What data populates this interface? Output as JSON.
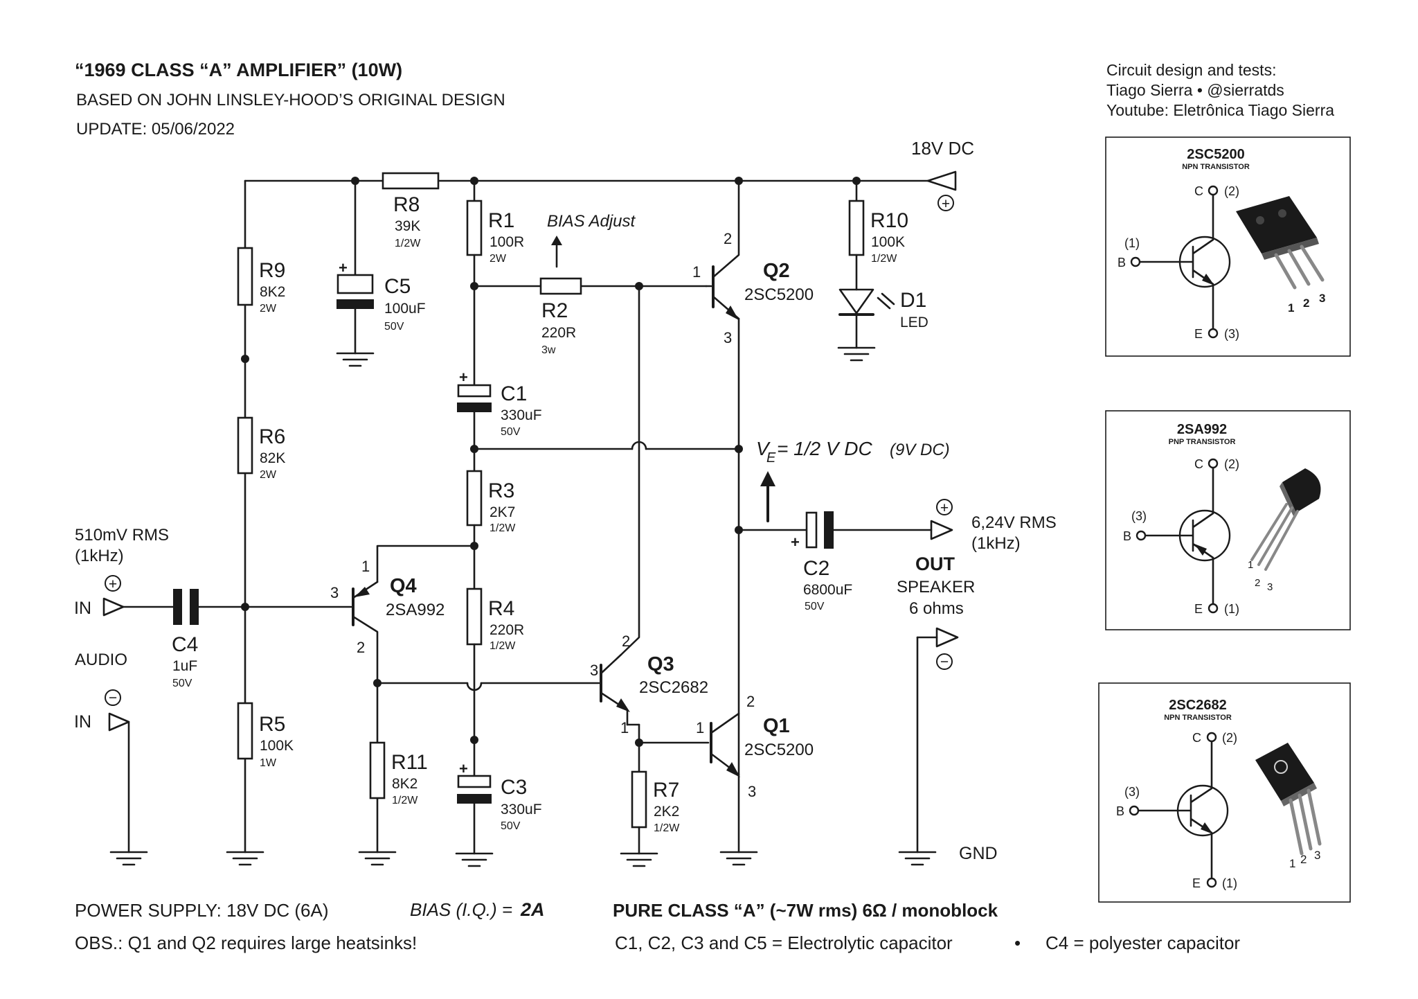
{
  "header": {
    "title": "“1969 CLASS “A” AMPLIFIER” (10W)",
    "subtitle": "BASED ON JOHN LINSLEY-HOOD’S ORIGINAL DESIGN",
    "update": "UPDATE: 05/06/2022"
  },
  "credits": {
    "line1": "Circuit design and tests:",
    "line2": "Tiago Sierra • @sierratds",
    "line3": "Youtube: Eletrônica Tiago Sierra"
  },
  "supply": {
    "label": "18V DC",
    "plus": "+"
  },
  "resistors": {
    "R1": {
      "name": "R1",
      "value": "100R",
      "power": "2W"
    },
    "R2": {
      "name": "R2",
      "value": "220R",
      "power": "3w"
    },
    "R3": {
      "name": "R3",
      "value": "2K7",
      "power": "1/2W"
    },
    "R4": {
      "name": "R4",
      "value": "220R",
      "power": "1/2W"
    },
    "R5": {
      "name": "R5",
      "value": "100K",
      "power": "1W"
    },
    "R6": {
      "name": "R6",
      "value": "82K",
      "power": "2W"
    },
    "R7": {
      "name": "R7",
      "value": "2K2",
      "power": "1/2W"
    },
    "R8": {
      "name": "R8",
      "value": "39K",
      "power": "1/2W"
    },
    "R9": {
      "name": "R9",
      "value": "8K2",
      "power": "2W"
    },
    "R10": {
      "name": "R10",
      "value": "100K",
      "power": "1/2W"
    },
    "R11": {
      "name": "R11",
      "value": "8K2",
      "power": "1/2W"
    }
  },
  "capacitors": {
    "C1": {
      "name": "C1",
      "value": "330uF",
      "voltage": "50V"
    },
    "C2": {
      "name": "C2",
      "value": "6800uF",
      "voltage": "50V"
    },
    "C3": {
      "name": "C3",
      "value": "330uF",
      "voltage": "50V"
    },
    "C4": {
      "name": "C4",
      "value": "1uF",
      "voltage": "50V"
    },
    "C5": {
      "name": "C5",
      "value": "100uF",
      "voltage": "50V"
    }
  },
  "polarity_plus": "+",
  "transistors": {
    "Q1": {
      "name": "Q1",
      "part": "2SC5200"
    },
    "Q2": {
      "name": "Q2",
      "part": "2SC5200"
    },
    "Q3": {
      "name": "Q3",
      "part": "2SC2682"
    },
    "Q4": {
      "name": "Q4",
      "part": "2SA992"
    }
  },
  "pins": {
    "p1": "1",
    "p2": "2",
    "p3": "3"
  },
  "led": {
    "name": "D1",
    "value": "LED"
  },
  "bias_adjust": "BIAS Adjust",
  "ve_note": {
    "v": "V",
    "sub": "E",
    "expr": "= 1/2 V DC",
    "paren": "(9V DC)"
  },
  "input": {
    "signal": "510mV RMS",
    "freq": "(1kHz)",
    "in_plus": "IN",
    "in_minus": "IN",
    "audio": "AUDIO",
    "plus": "+",
    "minus": "−"
  },
  "output": {
    "signal": "6,24V RMS",
    "freq": "(1kHz)",
    "out": "OUT",
    "speaker": "SPEAKER",
    "ohms": "6 ohms",
    "plus": "+",
    "minus": "−",
    "gnd": "GND"
  },
  "footer": {
    "power": "POWER SUPPLY: 18V DC (6A)",
    "bias_label": "BIAS (I.Q.) =",
    "bias_value": "2A",
    "obs": "OBS.: Q1 and Q2 requires large heatsinks!",
    "class_note": "PURE CLASS “A” (~7W rms) 6Ω / monoblock",
    "cap_note": "C1, C2, C3 and C5 = Electrolytic capacitor",
    "bullet": "•",
    "cap_note2": "C4 = polyester capacitor"
  },
  "pinouts": [
    {
      "part": "2SC5200",
      "type": "NPN TRANSISTOR",
      "c_label": "C",
      "c_pin": "(2)",
      "b_label": "B",
      "b_pin": "(1)",
      "e_label": "E",
      "e_pin": "(3)",
      "leg1": "1",
      "leg2": "2",
      "leg3": "3"
    },
    {
      "part": "2SA992",
      "type": "PNP TRANSISTOR",
      "c_label": "C",
      "c_pin": "(2)",
      "b_label": "B",
      "b_pin": "(3)",
      "e_label": "E",
      "e_pin": "(1)",
      "leg1": "1",
      "leg2": "2",
      "leg3": "3"
    },
    {
      "part": "2SC2682",
      "type": "NPN TRANSISTOR",
      "c_label": "C",
      "c_pin": "(2)",
      "b_label": "B",
      "b_pin": "(3)",
      "e_label": "E",
      "e_pin": "(1)",
      "leg1": "1",
      "leg2": "2",
      "leg3": "3"
    }
  ]
}
